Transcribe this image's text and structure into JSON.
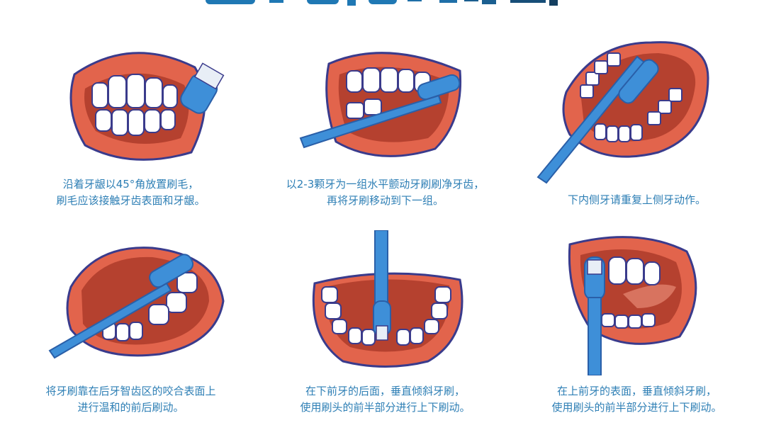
{
  "colors": {
    "caption": "#2e7fb5",
    "lip": "#e2644c",
    "lip_outline": "#3a3b8c",
    "mouth_inside": "#b5412f",
    "tooth": "#ffffff",
    "brush": "#3e8fd8",
    "title": "#1f78b4"
  },
  "steps": [
    {
      "lines": [
        "沿着牙龈以45°角放置刷毛，",
        "刷毛应该接触牙齿表面和牙龈。"
      ],
      "icon": "mouth-side-brush-45-icon"
    },
    {
      "lines": [
        "以2-3颗牙为一组水平颤动牙刷刷净牙齿，",
        "再将牙刷移动到下一组。"
      ],
      "icon": "mouth-horizontal-brush-icon"
    },
    {
      "lines": [
        "下内侧牙请重复上侧牙动作。"
      ],
      "icon": "mouth-lower-inner-brush-icon"
    },
    {
      "lines": [
        "将牙刷靠在后牙智齿区的咬合表面上",
        "进行温和的前后刷动。"
      ],
      "icon": "mouth-chewing-surface-brush-icon"
    },
    {
      "lines": [
        "在下前牙的后面，垂直倾斜牙刷，",
        "使用刷头的前半部分进行上下刷动。"
      ],
      "icon": "mouth-lower-front-inner-brush-icon"
    },
    {
      "lines": [
        "在上前牙的表面，垂直倾斜牙刷，",
        "使用刷头的前半部分进行上下刷动。"
      ],
      "icon": "mouth-upper-front-brush-icon"
    }
  ]
}
